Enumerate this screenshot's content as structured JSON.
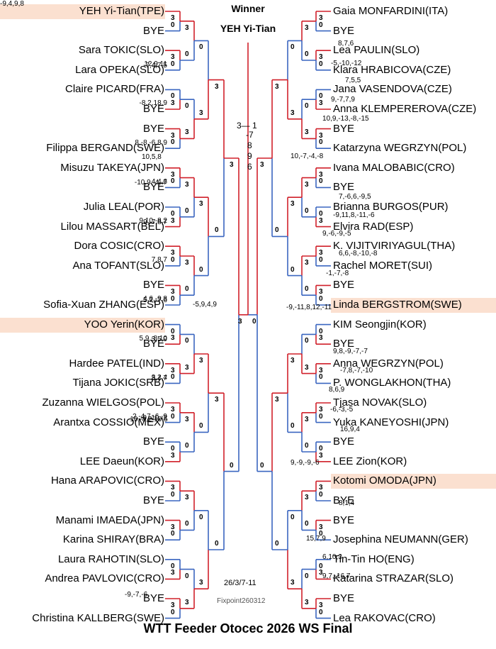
{
  "title": "WTT Feeder Otocec 2026 WS Final",
  "winner_label": "Winner",
  "winner_name": "YEH Yi-Tian",
  "final_score": {
    "result": "3— 1",
    "sets": [
      "-7",
      "8",
      "9",
      "6"
    ]
  },
  "date": "26/3/7-11",
  "fixpoint": "Fixpoint260312",
  "colors": {
    "winner_line": "#d0202a",
    "loser_line": "#3a66c0",
    "highlight": "#fbe0d0"
  },
  "left_players": [
    "YEH Yi-Tian(TPE)",
    "BYE",
    "Sara TOKIC(SLO)",
    "Lara OPEKA(SLO)",
    "Claire PICARD(FRA)",
    "BYE",
    "BYE",
    "Filippa BERGAND(SWE)",
    "Misuzu TAKEYA(JPN)",
    "BYE",
    "Julia LEAL(POR)",
    "Lilou MASSART(BEL)",
    "Dora COSIC(CRO)",
    "Ana TOFANT(SLO)",
    "BYE",
    "Sofia-Xuan ZHANG(ESP)",
    "YOO Yerin(KOR)",
    "BYE",
    "Hardee PATEL(IND)",
    "Tijana JOKIC(SRB)",
    "Zuzanna WIELGOS(POL)",
    "Arantxa COSSIO(MEX)",
    "BYE",
    "LEE Daeun(KOR)",
    "Hana ARAPOVIC(CRO)",
    "BYE",
    "Manami IMAEDA(JPN)",
    "Karina SHIRAY(BRA)",
    "Laura RAHOTIN(SLO)",
    "Andrea PAVLOVIC(CRO)",
    "BYE",
    "Christina KALLBERG(SWE)"
  ],
  "right_players": [
    "Gaia MONFARDINI(ITA)",
    "BYE",
    "Lea PAULIN(SLO)",
    "Klara HRABICOVA(CZE)",
    "Jana VASENDOVA(CZE)",
    "Anna KLEMPEREROVA(CZE)",
    "BYE",
    "Katarzyna WEGRZYN(POL)",
    "Ivana MALOBABIC(CRO)",
    "BYE",
    "Brianna BURGOS(PUR)",
    "Elvira RAD(ESP)",
    "K. VIJITVIRIYAGUL(THA)",
    "Rachel MORET(SUI)",
    "BYE",
    "Linda BERGSTROM(SWE)",
    "KIM Seongjin(KOR)",
    "BYE",
    "Anna WEGRZYN(POL)",
    "P. WONGLAKHON(THA)",
    "Tjasa NOVAK(SLO)",
    "Yuka KANEYOSHI(JPN)",
    "BYE",
    "LEE Zion(KOR)",
    "Kotomi OMODA(JPN)",
    "BYE",
    "BYE",
    "Josephina NEUMANN(GER)",
    "Tin-Tin HO(ENG)",
    "Katarina STRAZAR(SLO)",
    "BYE",
    "Lea RAKOVAC(CRO)"
  ],
  "left_highlight": [
    0,
    16
  ],
  "right_highlight": [
    15,
    24
  ],
  "left_r1_scores": [
    "",
    "12,9,11",
    "",
    "-8,2,18,9",
    "",
    "8,-8,-6,8,9",
    "",
    "4,4,6",
    "",
    "9,10,-8,2",
    "",
    "7,8,7",
    "",
    "4,6,-9,8",
    "",
    "5,9,-8,10",
    "",
    "3,2,4",
    "",
    "2,-4,7,-6,-9",
    ""
  ],
  "left_r1_scores_b": [
    "",
    "-7,4,7,5",
    "",
    "",
    "",
    "",
    "",
    "-10,9,-4,-7",
    "",
    "9,-7,8,7",
    "",
    "",
    "",
    "5,7,-7,6",
    "",
    "3,5,9",
    "",
    "8,4,7",
    "",
    "-9,-10,-2",
    ""
  ],
  "left_r2_scores": [
    "",
    "-9,4,9,8",
    "10,5,8",
    "-5,9,4,9",
    "-10,-8,2,10,5",
    "-9,-7,-6"
  ],
  "right_r1_scores": [
    "8,7,6",
    "-5,-10,-12",
    "7,5,5",
    "9,-7,7,9",
    "10,9,-13,-8,-15",
    "10,-7,-4,-8",
    "7,-6,6,-9,5",
    "-9,11,8,-11,-6",
    "9,-6,-9,-5",
    "6,6,-8,-10,-8",
    "-1,-7,-8",
    "-9,-11,8,12,-11",
    "9,8,-9,-7,-7",
    "-7,8,-7,-10",
    "8,6,9",
    "-6,-3,-5",
    "16,9,4",
    "9,-9,-9,-6",
    "8,1,4",
    "15,7,9",
    "6,10,3",
    "9,7,-16,7"
  ]
}
